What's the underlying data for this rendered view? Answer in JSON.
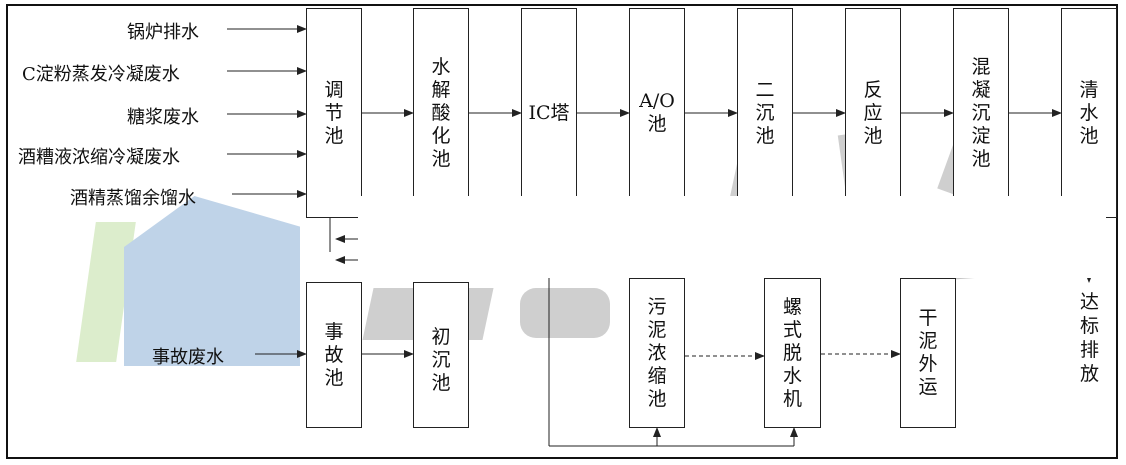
{
  "inputs": [
    {
      "id": "boiler",
      "label": "锅炉排水"
    },
    {
      "id": "starch",
      "label": "C淀粉蒸发冷凝废水"
    },
    {
      "id": "syrup",
      "label": "糖浆废水"
    },
    {
      "id": "vinasse",
      "label": "酒糟液浓缩冷凝废水"
    },
    {
      "id": "residue",
      "label": "酒精蒸馏余馏水"
    },
    {
      "id": "accident",
      "label": "事故废水"
    }
  ],
  "units": {
    "tiaojie": "调节池",
    "shuijie": "水解酸化池",
    "ic": "IC塔",
    "ao": "A/O池",
    "erchen": "二沉池",
    "fanying": "反应池",
    "hunning": "混凝沉淀池",
    "qingshui": "清水池",
    "shigu": "事故池",
    "chuchen": "初沉池",
    "wunong": "污泥浓缩池",
    "luoxuan": "螺式脱水机",
    "ganni": "干泥外运"
  },
  "outlet": {
    "label": "达标排放"
  },
  "colors": {
    "line": "#222222",
    "watermark_green": "#d9ecc8",
    "watermark_blue": "#b9cfe6",
    "watermark_gray": "#c9c9c9"
  }
}
